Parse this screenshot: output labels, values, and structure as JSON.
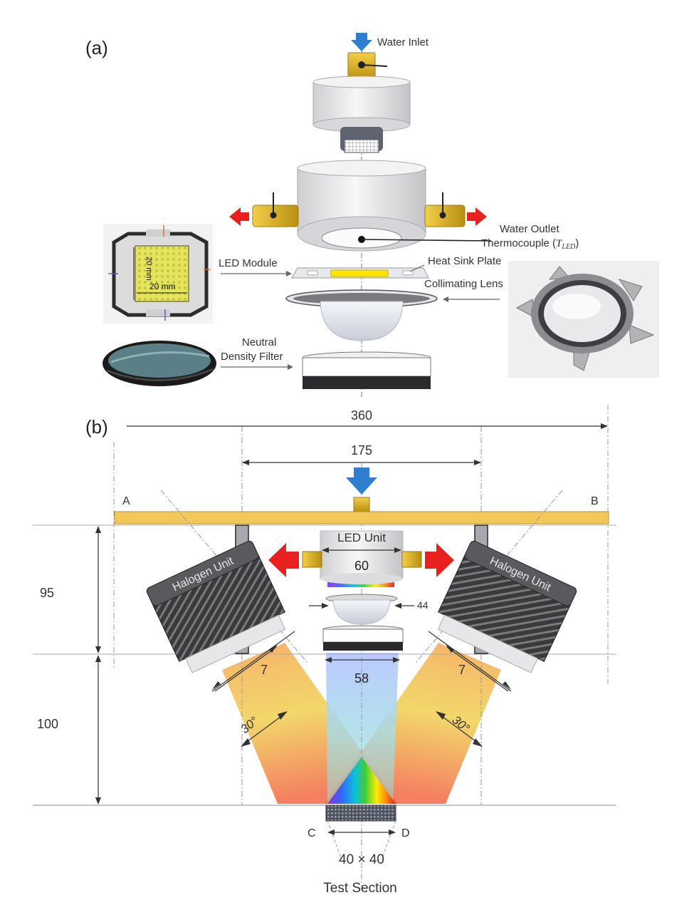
{
  "panel_a": {
    "panel_label": "(a)",
    "labels": {
      "water_inlet": "Water Inlet",
      "water_outlet": "Water Outlet",
      "thermocouple_prefix": "Thermocouple (",
      "thermocouple_symbol": "T",
      "thermocouple_subscript": "LED",
      "thermocouple_suffix": ")",
      "led_module": "LED Module",
      "heat_sink_plate": "Heat Sink Plate",
      "collimating_lens": "Collimating Lens",
      "neutral_line1": "Neutral",
      "neutral_line2": "Density Filter"
    },
    "chip_photo": {
      "dim_vertical": "20 mm",
      "dim_horizontal": "20 mm"
    }
  },
  "panel_b": {
    "panel_label": "(b)",
    "dimensions": {
      "total_width": "360",
      "inner_width": "175",
      "upper_height": "95",
      "lower_height": "100",
      "led_width": "60",
      "lens_width": "44",
      "filter_width": "58",
      "halogen_offset_left": "7",
      "halogen_offset_right": "7",
      "angle_left": "30°",
      "angle_right": "30°",
      "test_section_size": "40 × 40"
    },
    "labels": {
      "point_a": "A",
      "point_b": "B",
      "point_c": "C",
      "point_d": "D",
      "led_unit": "LED Unit",
      "halogen_left": "Halogen Unit",
      "halogen_right": "Halogen Unit",
      "test_section": "Test Section"
    }
  },
  "colors": {
    "inlet_arrow": "#2f7fd1",
    "outlet_arrow": "#e8201e",
    "brass": "#e0b52c",
    "plate": "#f4c75a"
  }
}
